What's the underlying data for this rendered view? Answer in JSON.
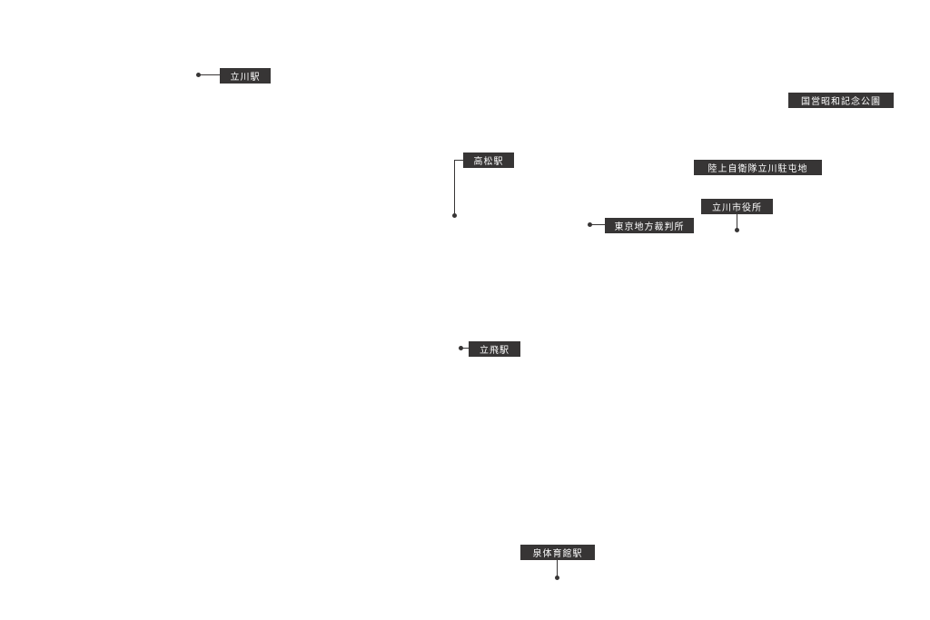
{
  "labels": {
    "tachikawa_station": "立川駅",
    "showa_kinen_park": "国営昭和記念公園",
    "takamatsu_station": "高松駅",
    "gsdf_tachikawa": "陸上自衛隊立川駐屯地",
    "tachikawa_city_hall": "立川市役所",
    "tokyo_district_court": "東京地方裁判所",
    "tachihi_station": "立飛駅",
    "izumi_taiikukan_station": "泉体育館駅"
  },
  "colors": {
    "label_bg": "#373535",
    "label_text": "#ffffff",
    "background": "#ffffff"
  }
}
